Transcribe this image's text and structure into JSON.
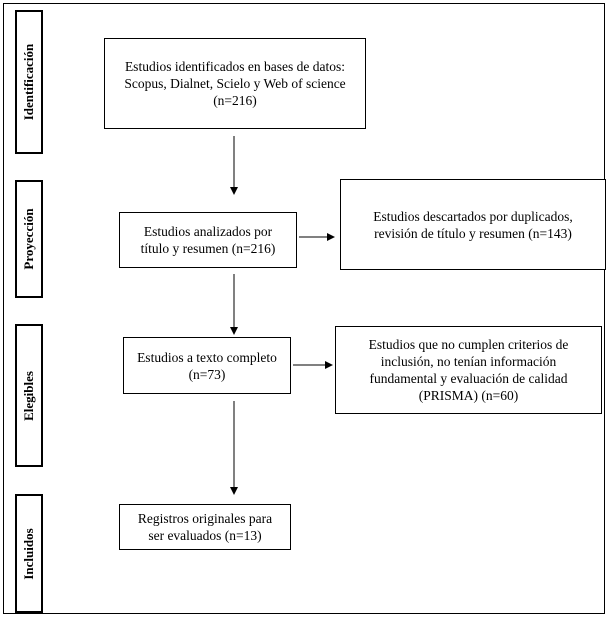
{
  "stages": [
    {
      "label": "Identificación"
    },
    {
      "label": "Proyección"
    },
    {
      "label": "Elegibles"
    },
    {
      "label": "Incluidos"
    }
  ],
  "boxes": {
    "identified": "Estudios identificados en bases de datos:\nScopus, Dialnet, Scielo y Web of science\n(n=216)",
    "screened": "Estudios analizados por\ntítulo y resumen (n=216)",
    "discarded": "Estudios descartados por duplicados,\nrevisión de título y resumen (n=143)",
    "fulltext": "Estudios a texto completo\n(n=73)",
    "excluded": "Estudios que no cumplen criterios de\ninclusión, no tenían información\nfundamental y evaluación de calidad\n(PRISMA) (n=60)",
    "included": "Registros originales para\nser evaluados (n=13)"
  }
}
